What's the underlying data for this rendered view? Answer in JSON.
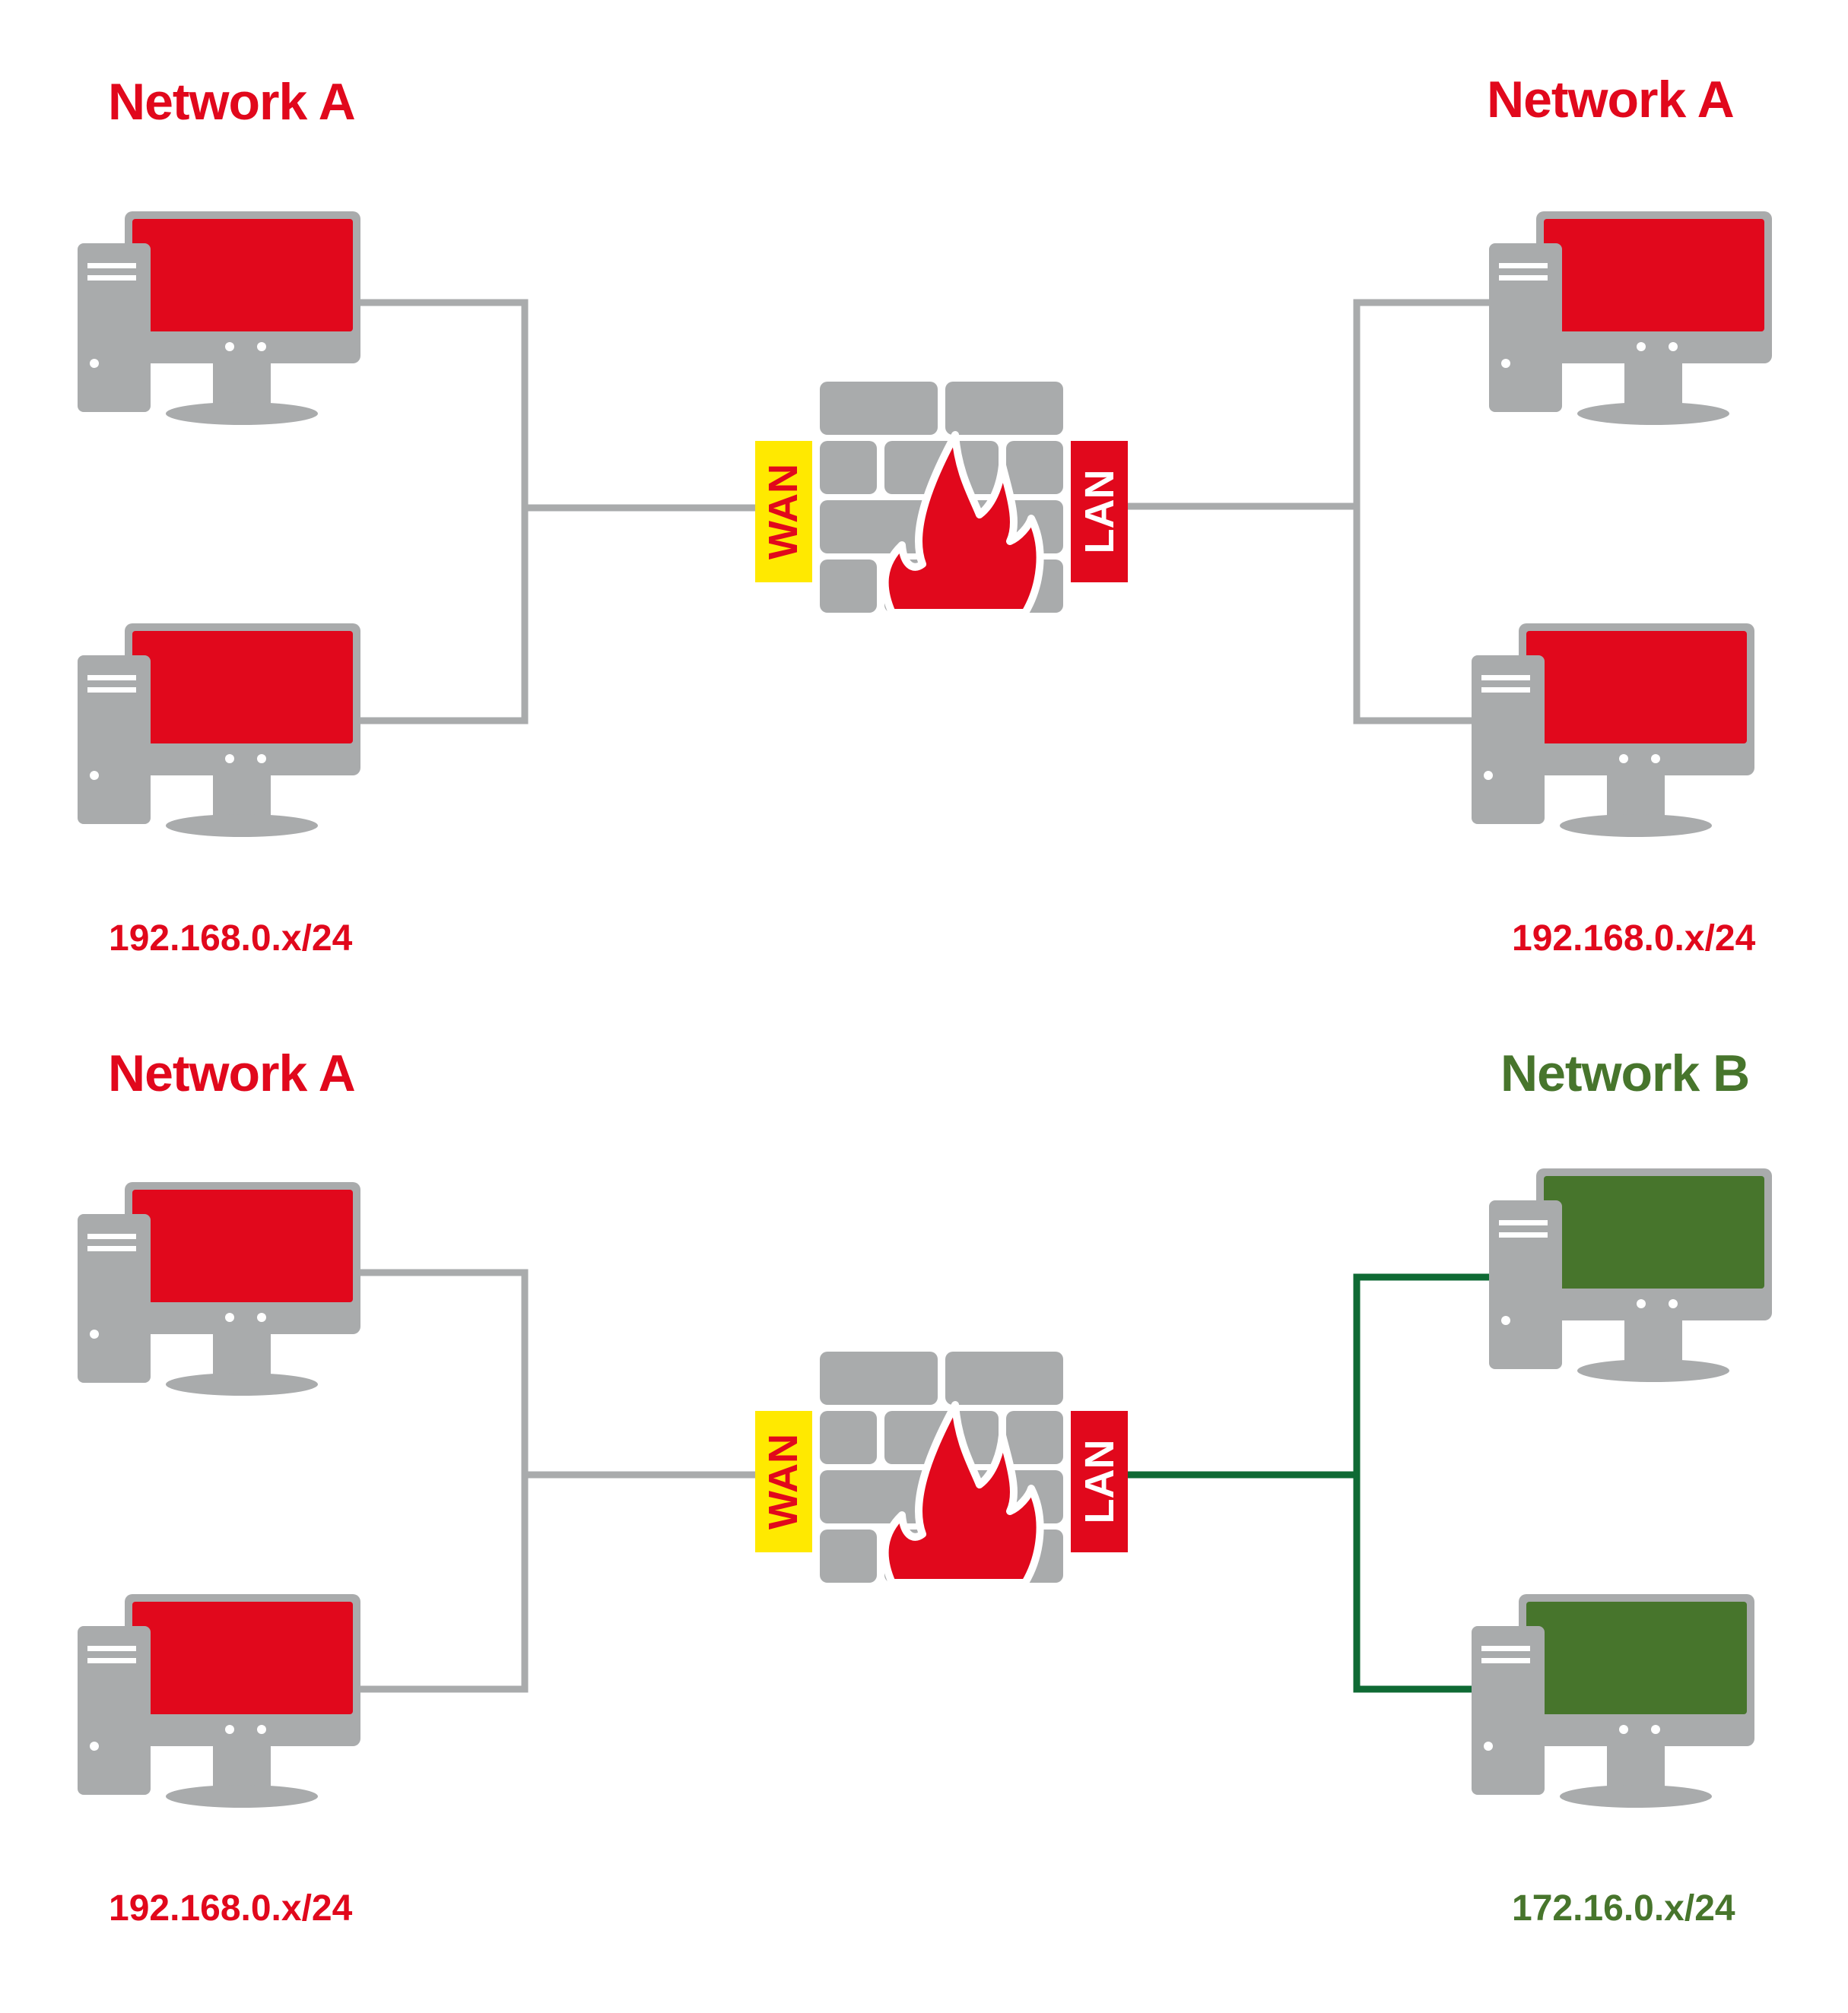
{
  "colors": {
    "red": "#e1081c",
    "green_screen": "#47752c",
    "green_line": "#0f6a34",
    "green_text": "#47752c",
    "gray": "#a9abac",
    "wan_yellow": "#ffe900",
    "white": "#ffffff"
  },
  "top_panel": {
    "left_title": "Network A",
    "right_title": "Network A",
    "left_subnet": "192.168.0.x/24",
    "right_subnet": "192.168.0.x/24",
    "wan_label": "WAN",
    "lan_label": "LAN"
  },
  "bottom_panel": {
    "left_title": "Network A",
    "right_title": "Network B",
    "left_subnet": "192.168.0.x/24",
    "right_subnet": "172.16.0.x/24",
    "wan_label": "WAN",
    "lan_label": "LAN"
  }
}
